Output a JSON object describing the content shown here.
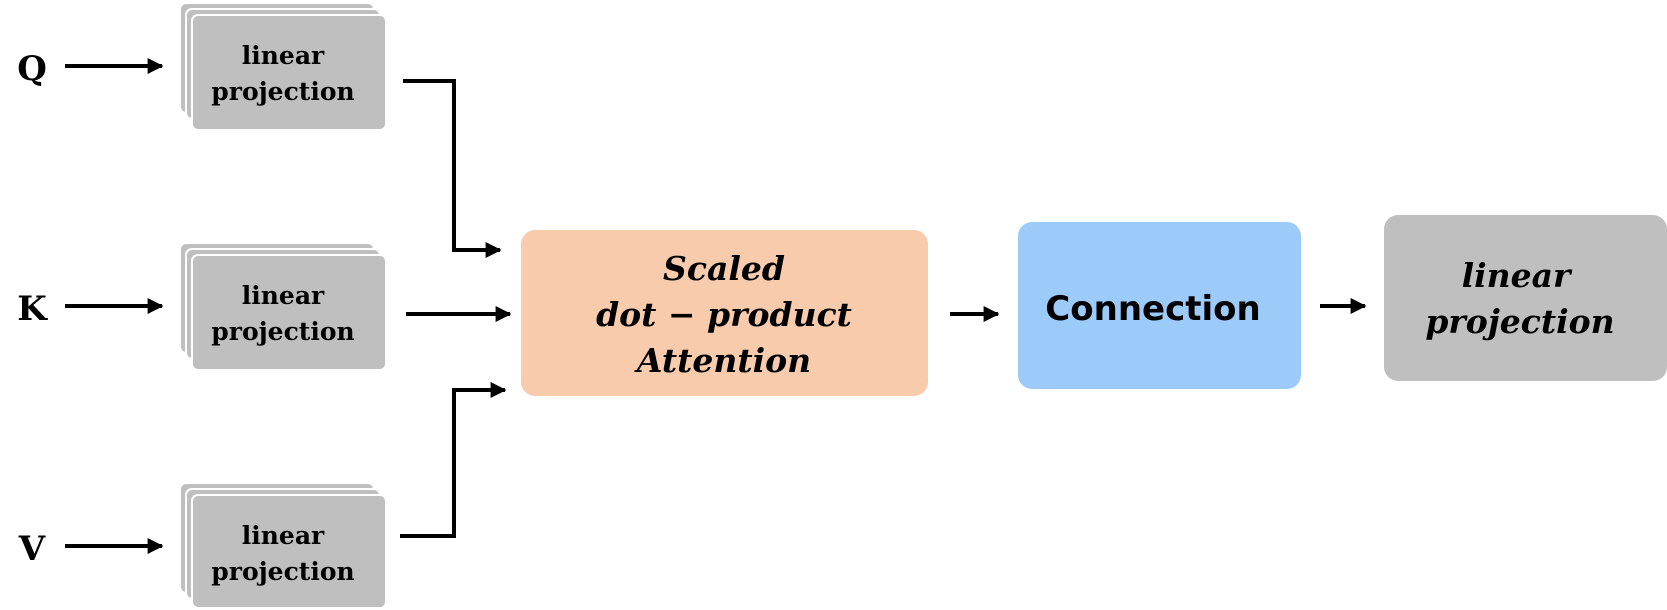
{
  "inputs": [
    {
      "label": "Q",
      "projection": [
        "linear",
        "projection"
      ]
    },
    {
      "label": "K",
      "projection": [
        "linear",
        "projection"
      ]
    },
    {
      "label": "V",
      "projection": [
        "linear",
        "projection"
      ]
    }
  ],
  "attention": {
    "lines": [
      "Scaled",
      "dot − product",
      "Attention"
    ]
  },
  "connection": {
    "label": "Connection"
  },
  "output_projection": {
    "lines": [
      "linear",
      "projection"
    ]
  },
  "colors": {
    "projection_gray": "#bfbfbf",
    "attention_fill": "#f8cbad",
    "connection_fill": "#9dcbf9",
    "output_gray": "#bfbfbf",
    "arrow": "#000000"
  }
}
